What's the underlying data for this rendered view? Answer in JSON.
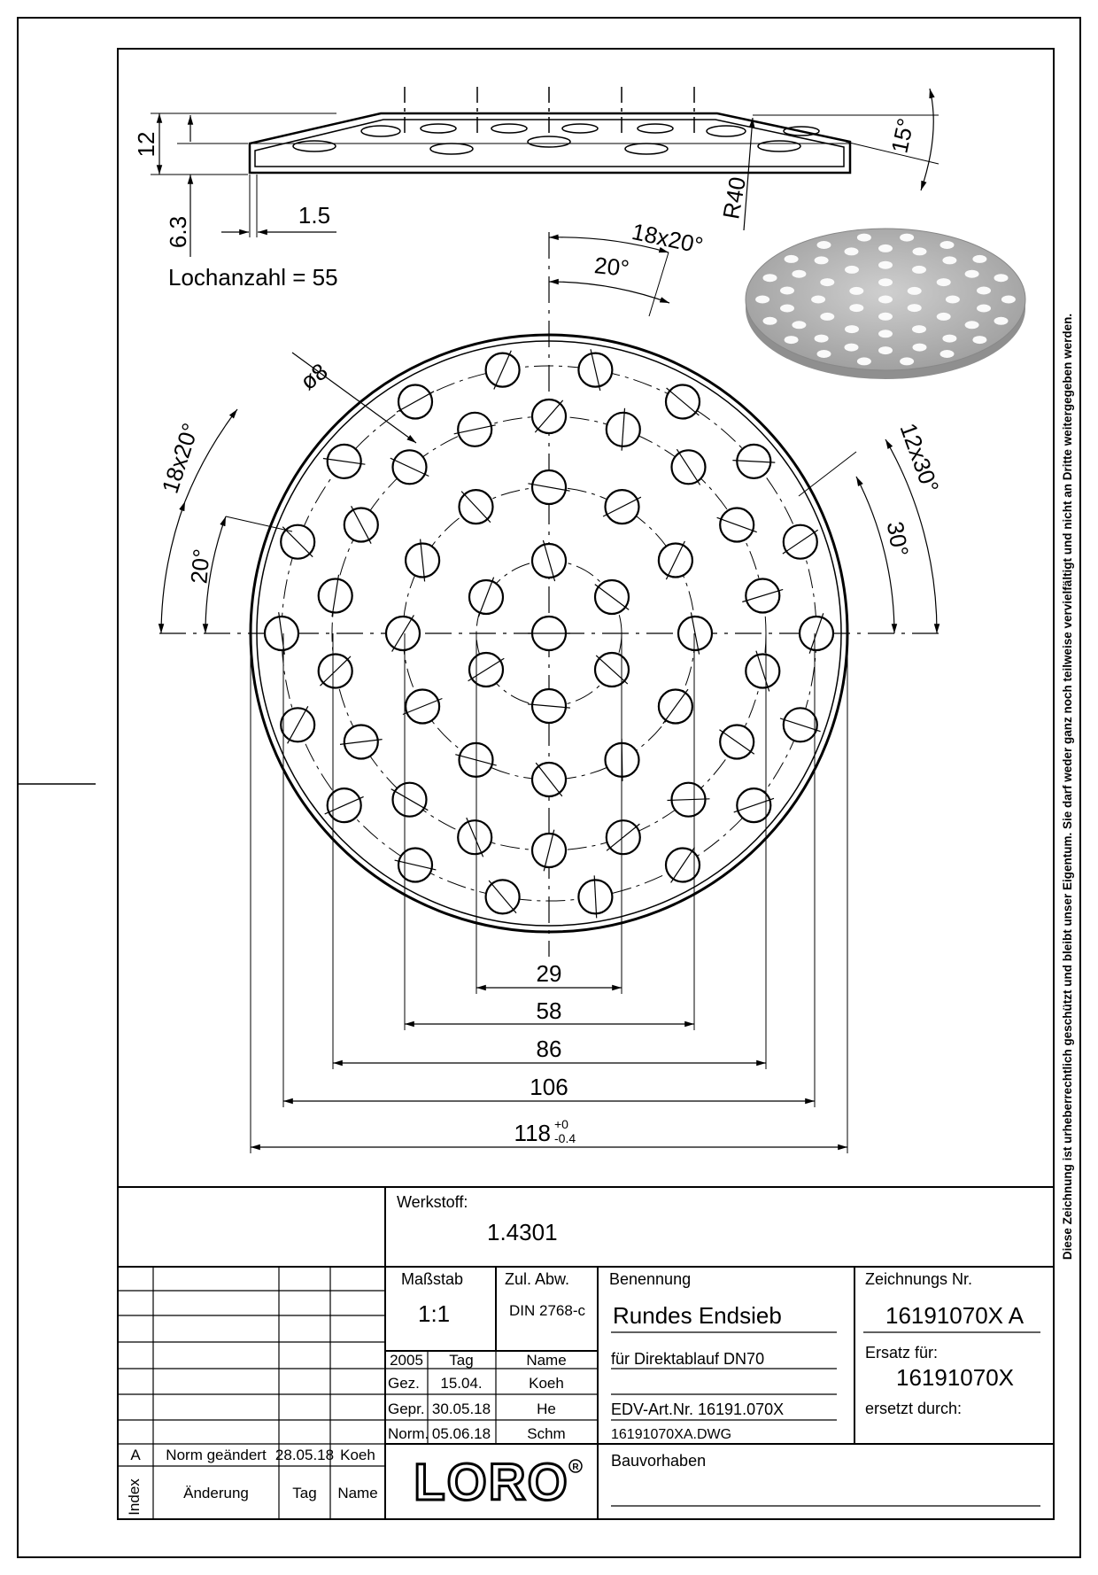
{
  "drawing": {
    "hole_count_label": "Lochanzahl = 55",
    "section_dims": {
      "height": "12",
      "rim_height": "6.3",
      "thickness": "1.5",
      "radius": "R40",
      "angle": "15°"
    },
    "plan_dims": {
      "hole_dia": "ø8",
      "pitch_outer_top": "18x20°",
      "angle_top": "20°",
      "pitch_outer_left": "18x20°",
      "angle_left": "20°",
      "pitch_ring_right": "12x30°",
      "angle_right": "30°",
      "d29": "29",
      "d58": "58",
      "d86": "86",
      "d106": "106",
      "d118": "118",
      "d118_tol_upper": "+0",
      "d118_tol_lower": "-0.4"
    }
  },
  "side_note": "Diese Zeichnung ist urheberrechtlich geschützt und bleibt unser Eigentum. Sie darf weder ganz noch teilweise vervielfältigt und nicht an Dritte weitergegeben werden.",
  "title_block": {
    "material_label": "Werkstoff:",
    "material_value": "1.4301",
    "scale_label": "Maßstab",
    "scale_value": "1:1",
    "tolerance_label": "Zul. Abw.",
    "tolerance_value": "DIN 2768-c",
    "name_label": "Benennung",
    "name_value": "Rundes Endsieb",
    "name_line2": "für Direktablauf DN70",
    "edv": "EDV-Art.Nr. 16191.070X",
    "dwg": "16191070XA.DWG",
    "project_label": "Bauvorhaben",
    "drawing_no_label": "Zeichnungs Nr.",
    "drawing_no_value": "16191070X  A",
    "replaces_label": "Ersatz für:",
    "replaces_value": "16191070X",
    "replaced_by_label": "ersetzt durch:",
    "year": "2005",
    "day_label": "Tag",
    "name_col_label": "Name",
    "gez_label": "Gez.",
    "gez_date": "15.04.",
    "gez_name": "Koeh",
    "gepr_label": "Gepr.",
    "gepr_date": "30.05.18",
    "gepr_name": "He",
    "norm_label": "Norm.",
    "norm_date": "05.06.18",
    "norm_name": "Schm",
    "logo_text": "LORO"
  },
  "revisions": {
    "index_label": "Index",
    "change_label": "Änderung",
    "day_label": "Tag",
    "name_label": "Name",
    "rows": [
      {
        "index": "A",
        "change": "Norm geändert",
        "date": "28.05.18",
        "name": "Koeh"
      }
    ]
  }
}
